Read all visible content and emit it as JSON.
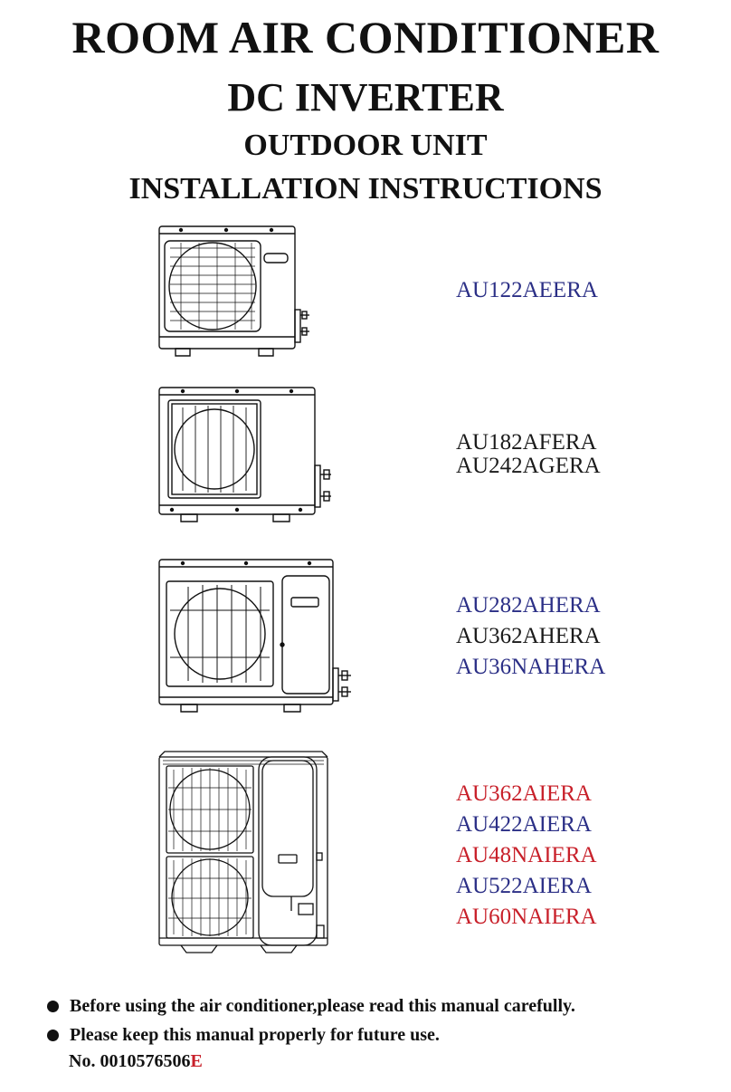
{
  "header": {
    "title_line1": "ROOM AIR CONDITIONER",
    "title_line2": "DC INVERTER",
    "title_line3": "OUTDOOR UNIT",
    "title_line4": "INSTALLATION INSTRUCTIONS"
  },
  "units": [
    {
      "models": [
        {
          "text": "AU122AEERA",
          "color": "#2b2f86"
        }
      ]
    },
    {
      "models": [
        {
          "text": "AU182AFERA",
          "color": "#1a1a1a"
        },
        {
          "text": "AU242AGERA",
          "color": "#1a1a1a"
        }
      ]
    },
    {
      "models": [
        {
          "text": "AU282AHERA",
          "color": "#2b2f86"
        },
        {
          "text": "AU362AHERA",
          "color": "#1a1a1a"
        },
        {
          "text": "AU36NAHERA",
          "color": "#2b2f86"
        }
      ]
    },
    {
      "models": [
        {
          "text": "AU362AIERA",
          "color": "#c8202a"
        },
        {
          "text": "AU422AIERA",
          "color": "#2b2f86"
        },
        {
          "text": "AU48NAIERA",
          "color": "#c8202a"
        },
        {
          "text": "AU522AIERA",
          "color": "#2b2f86"
        },
        {
          "text": "AU60NAIERA",
          "color": "#c8202a"
        }
      ]
    }
  ],
  "notes": [
    "Before using the air conditioner,please read this manual carefully.",
    "Please keep this manual properly for future use."
  ],
  "document_number": {
    "prefix": "No. 0010576506",
    "suffix": "E",
    "suffix_color": "#c8202a"
  },
  "colors": {
    "text": "#111111",
    "blue_model": "#2b2f86",
    "red_model": "#c8202a"
  }
}
